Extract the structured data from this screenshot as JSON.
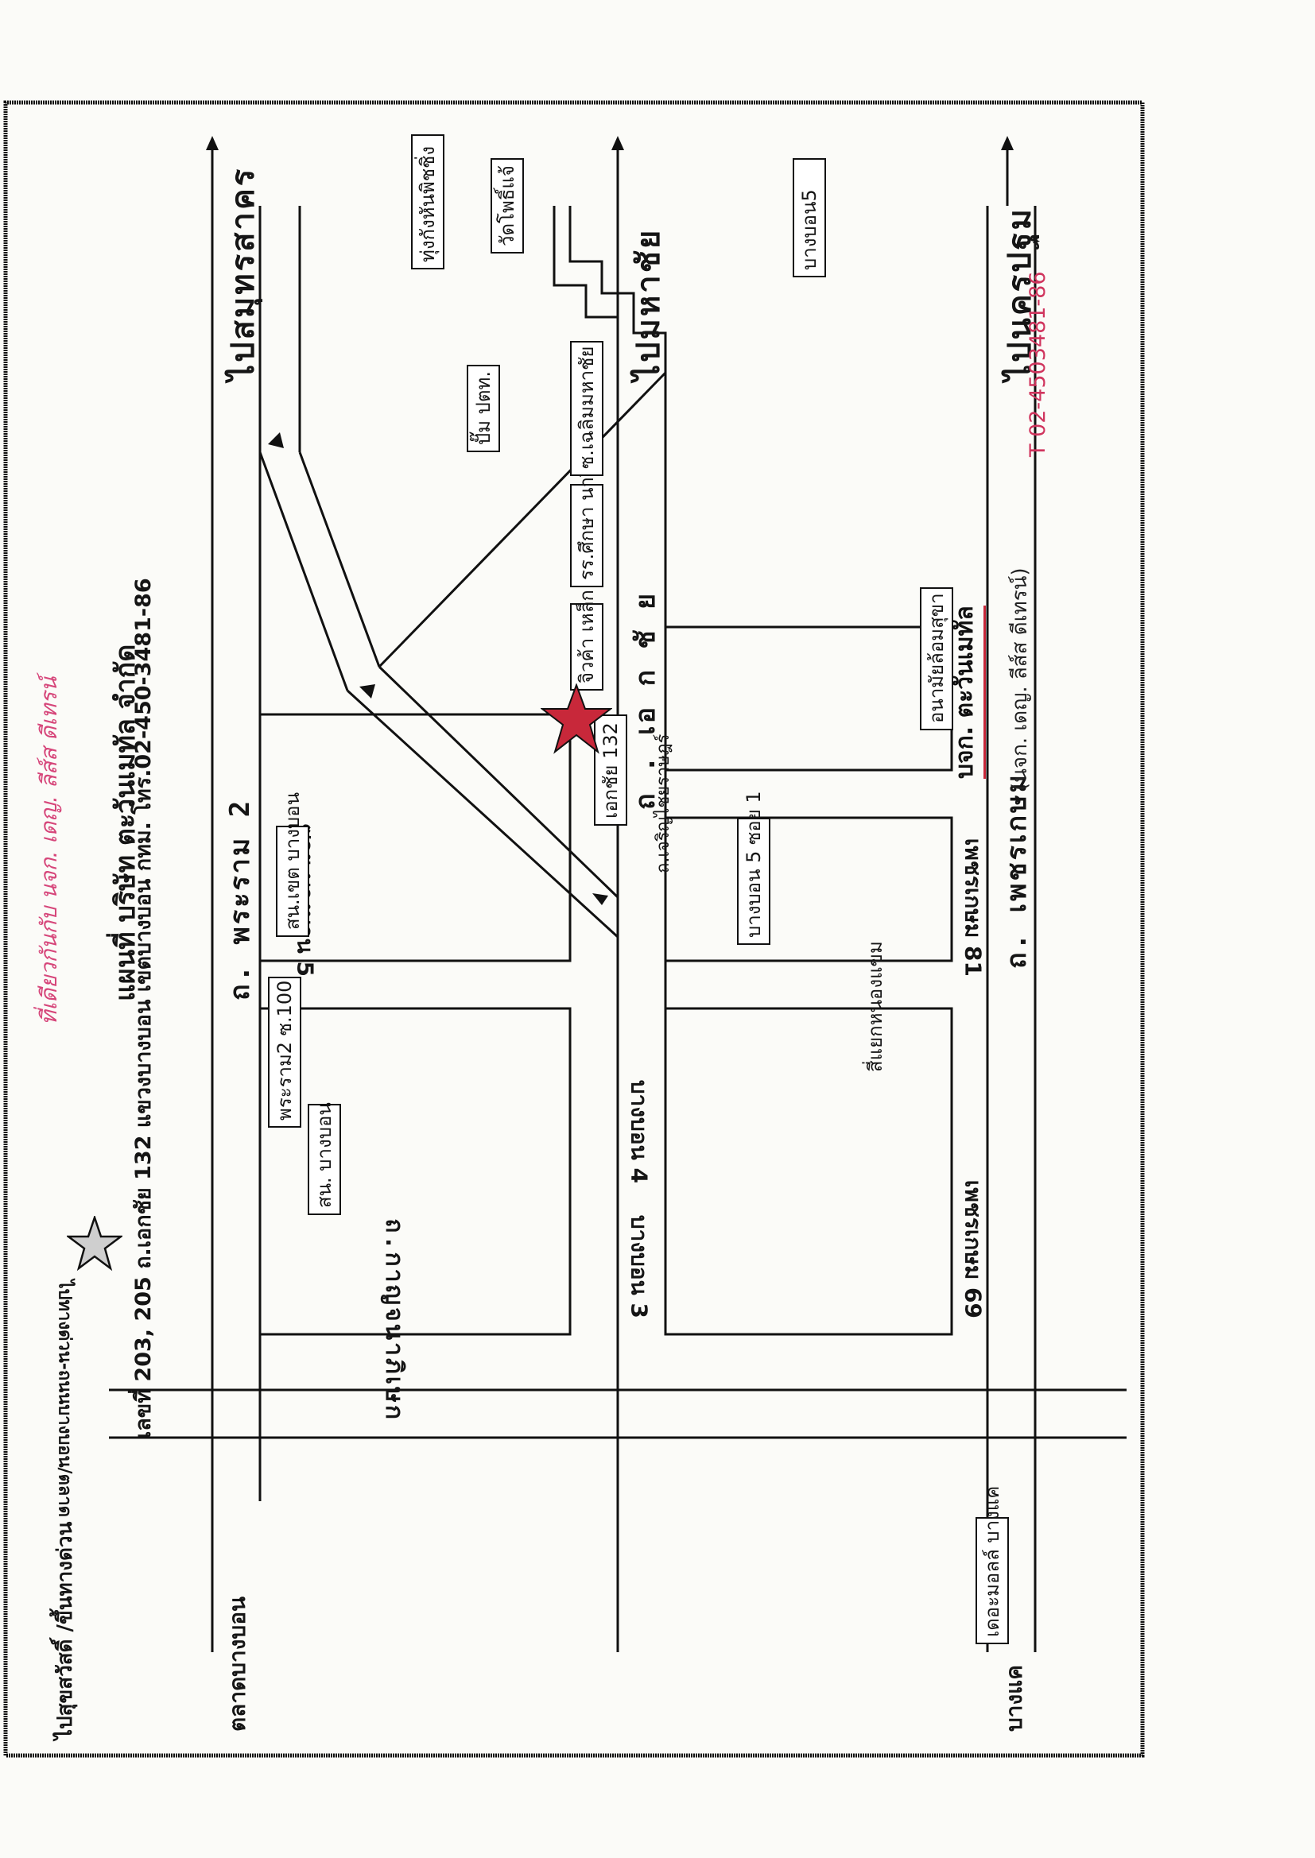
{
  "header": {
    "handwritten_note": "ที่เดียวกันกับ นจก. เดญ. ลีส์ส ดีเทรน์",
    "title": "แผนที่ บริษัท ตะวันเมทัล จำกัด",
    "address": "เลขที่ 203, 205 ถ.เอกชัย 132 แขวงบางบอน เขตบางบอน กทม. โทร.02-450-3481-86"
  },
  "map": {
    "roads": {
      "rama2": "ถ. พระราม 2",
      "ekkachai": "ถ . เอ ก ชั ย",
      "phetkasem": "ถ. เพชรเกษม",
      "kanchanaphisek": "ถ.กาญจนาภิเษก",
      "charoen_rat": "ถ.เจริญไชยราษฎร์",
      "ekkachai_132": "เอกชัย 132"
    },
    "directions": {
      "samut_sakhon": "ไปสมุทรสาคร",
      "mahachai": "ไปมหาชัย",
      "nakhon_pathom": "ไปนครปฐม",
      "suk_sawat": "ไปสุขสวัสดิ์ /ขึ้นทางด่วน",
      "bang_khae": "บางแค",
      "talat_bang_bon": "ตลาดบางบอน",
      "expressway_upside": "ไปทางด่วน-ถนนบางบอน/ตลาด"
    },
    "sois": {
      "bang_bon_5": "ซอย บางบอน 5",
      "bang_bon_4": "บางบอน 4",
      "bang_bon_3": "บางบอน 3",
      "phetkasem_81": "เพชรเกษม 81",
      "phetkasem_69": "เพชรเกษม 69"
    },
    "landmarks": {
      "sn_khet_bang_bon": "สน.เขต บางบอน",
      "sn_bang_bon": "สน. บางบอน",
      "rama2_soi100": "พระราม2 ซ.100",
      "ptt_station": "ปั๊ม ปตท.",
      "school_narivithaya": "รร.ศึกษา นารีวิทยา",
      "chiewka_steel": "จิวค้า เหล็ก",
      "soi_chalerm": "ซ.เฉลิมมหาชัย",
      "wat_phothi": "วัดโพธิ์แจ้",
      "thung_krang": "ทุ่งกังหันพิชชิ่ง",
      "bang_bon_5_arrow": "บางบอน5",
      "bang_bon_5_soi1": "บางบอน 5 ซอย 1",
      "health_center": "อนามัยล้อมสุขา",
      "nong_khaem": "สี่แยกหนองแขม",
      "the_mall": "เดอะมอลล์ บางแค"
    },
    "destination": {
      "name": "บจก. ตะวันเมทัล",
      "subtext": "(นจก. เดญ. ลีส์ส ดีเทรน์)",
      "phone_handwritten": "T 02-4503481-86",
      "marker_color": "#c8283a"
    }
  }
}
